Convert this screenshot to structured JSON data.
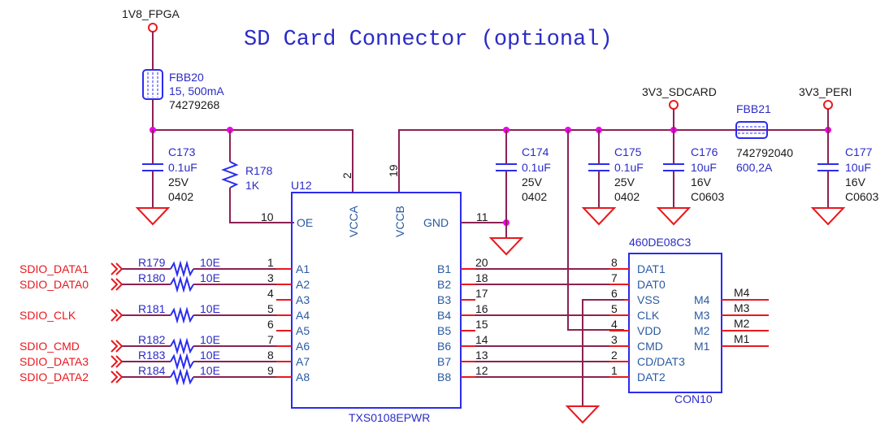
{
  "title": "SD Card Connector (optional)",
  "power_nets": {
    "v1v8": "1V8_FPGA",
    "v3v3_sd": "3V3_SDCARD",
    "v3v3_peri": "3V3_PERI"
  },
  "ferrites": {
    "fbb20": {
      "ref": "FBB20",
      "value": "15, 500mA",
      "part": "74279268"
    },
    "fbb21": {
      "ref": "FBB21",
      "part": "742792040",
      "value": "600,2A"
    }
  },
  "caps": {
    "c173": {
      "ref": "C173",
      "value": "0.1uF",
      "voltage": "25V",
      "package": "0402"
    },
    "c174": {
      "ref": "C174",
      "value": "0.1uF",
      "voltage": "25V",
      "package": "0402"
    },
    "c175": {
      "ref": "C175",
      "value": "0.1uF",
      "voltage": "25V",
      "package": "0402"
    },
    "c176": {
      "ref": "C176",
      "value": "10uF",
      "voltage": "16V",
      "package": "C0603"
    },
    "c177": {
      "ref": "C177",
      "value": "10uF",
      "voltage": "16V",
      "package": "C0603"
    }
  },
  "r178": {
    "ref": "R178",
    "value": "1K"
  },
  "u12": {
    "ref": "U12",
    "part": "TXS0108EPWR",
    "oe": {
      "name": "OE",
      "num": "10"
    },
    "vcca": {
      "name": "VCCA",
      "num": "2"
    },
    "vccb": {
      "name": "VCCB",
      "num": "19"
    },
    "gnd": {
      "name": "GND",
      "num": "11"
    },
    "a_pins": [
      {
        "name": "A1",
        "num": "1"
      },
      {
        "name": "A2",
        "num": "3"
      },
      {
        "name": "A3",
        "num": "4"
      },
      {
        "name": "A4",
        "num": "5"
      },
      {
        "name": "A5",
        "num": "6"
      },
      {
        "name": "A6",
        "num": "7"
      },
      {
        "name": "A7",
        "num": "8"
      },
      {
        "name": "A8",
        "num": "9"
      }
    ],
    "b_pins": [
      {
        "name": "B1",
        "num": "20"
      },
      {
        "name": "B2",
        "num": "18"
      },
      {
        "name": "B3",
        "num": "17"
      },
      {
        "name": "B4",
        "num": "16"
      },
      {
        "name": "B5",
        "num": "15"
      },
      {
        "name": "B6",
        "num": "14"
      },
      {
        "name": "B7",
        "num": "13"
      },
      {
        "name": "B8",
        "num": "12"
      }
    ]
  },
  "sdio": [
    {
      "net": "SDIO_DATA1",
      "res": "R179",
      "val": "10E"
    },
    {
      "net": "SDIO_DATA0",
      "res": "R180",
      "val": "10E"
    },
    {
      "net": "SDIO_CLK",
      "res": "R181",
      "val": "10E"
    },
    {
      "net": "SDIO_CMD",
      "res": "R182",
      "val": "10E"
    },
    {
      "net": "SDIO_DATA3",
      "res": "R183",
      "val": "10E"
    },
    {
      "net": "SDIO_DATA2",
      "res": "R184",
      "val": "10E"
    }
  ],
  "con10": {
    "ref": "CON10",
    "part": "460DE08C3",
    "left_pins": [
      {
        "name": "DAT1",
        "num": "8"
      },
      {
        "name": "DAT0",
        "num": "7"
      },
      {
        "name": "VSS",
        "num": "6"
      },
      {
        "name": "CLK",
        "num": "5"
      },
      {
        "name": "VDD",
        "num": "4"
      },
      {
        "name": "CMD",
        "num": "3"
      },
      {
        "name": "CD/DAT3",
        "num": "2"
      },
      {
        "name": "DAT2",
        "num": "1"
      }
    ],
    "right_pins": [
      {
        "name": "M4",
        "num": "M4"
      },
      {
        "name": "M3",
        "num": "M3"
      },
      {
        "name": "M2",
        "num": "M2"
      },
      {
        "name": "M1",
        "num": "M1"
      }
    ]
  }
}
